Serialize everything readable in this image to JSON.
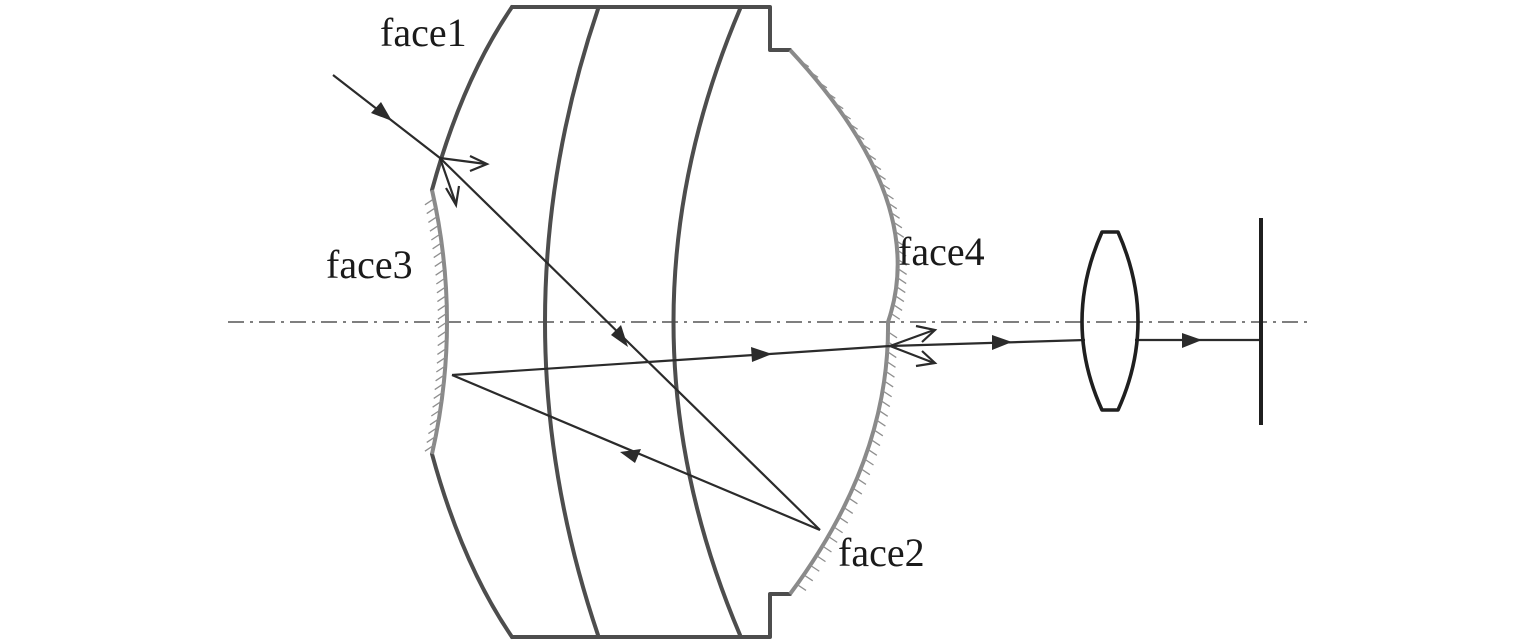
{
  "labels": {
    "face1": "face1",
    "face2": "face2",
    "face3": "face3",
    "face4": "face4"
  },
  "colors": {
    "lens": "#4d4d4d",
    "mirror": "#8a8a8a",
    "ray": "#2b2b2b",
    "axis": "#555555",
    "background": "#ffffff"
  }
}
